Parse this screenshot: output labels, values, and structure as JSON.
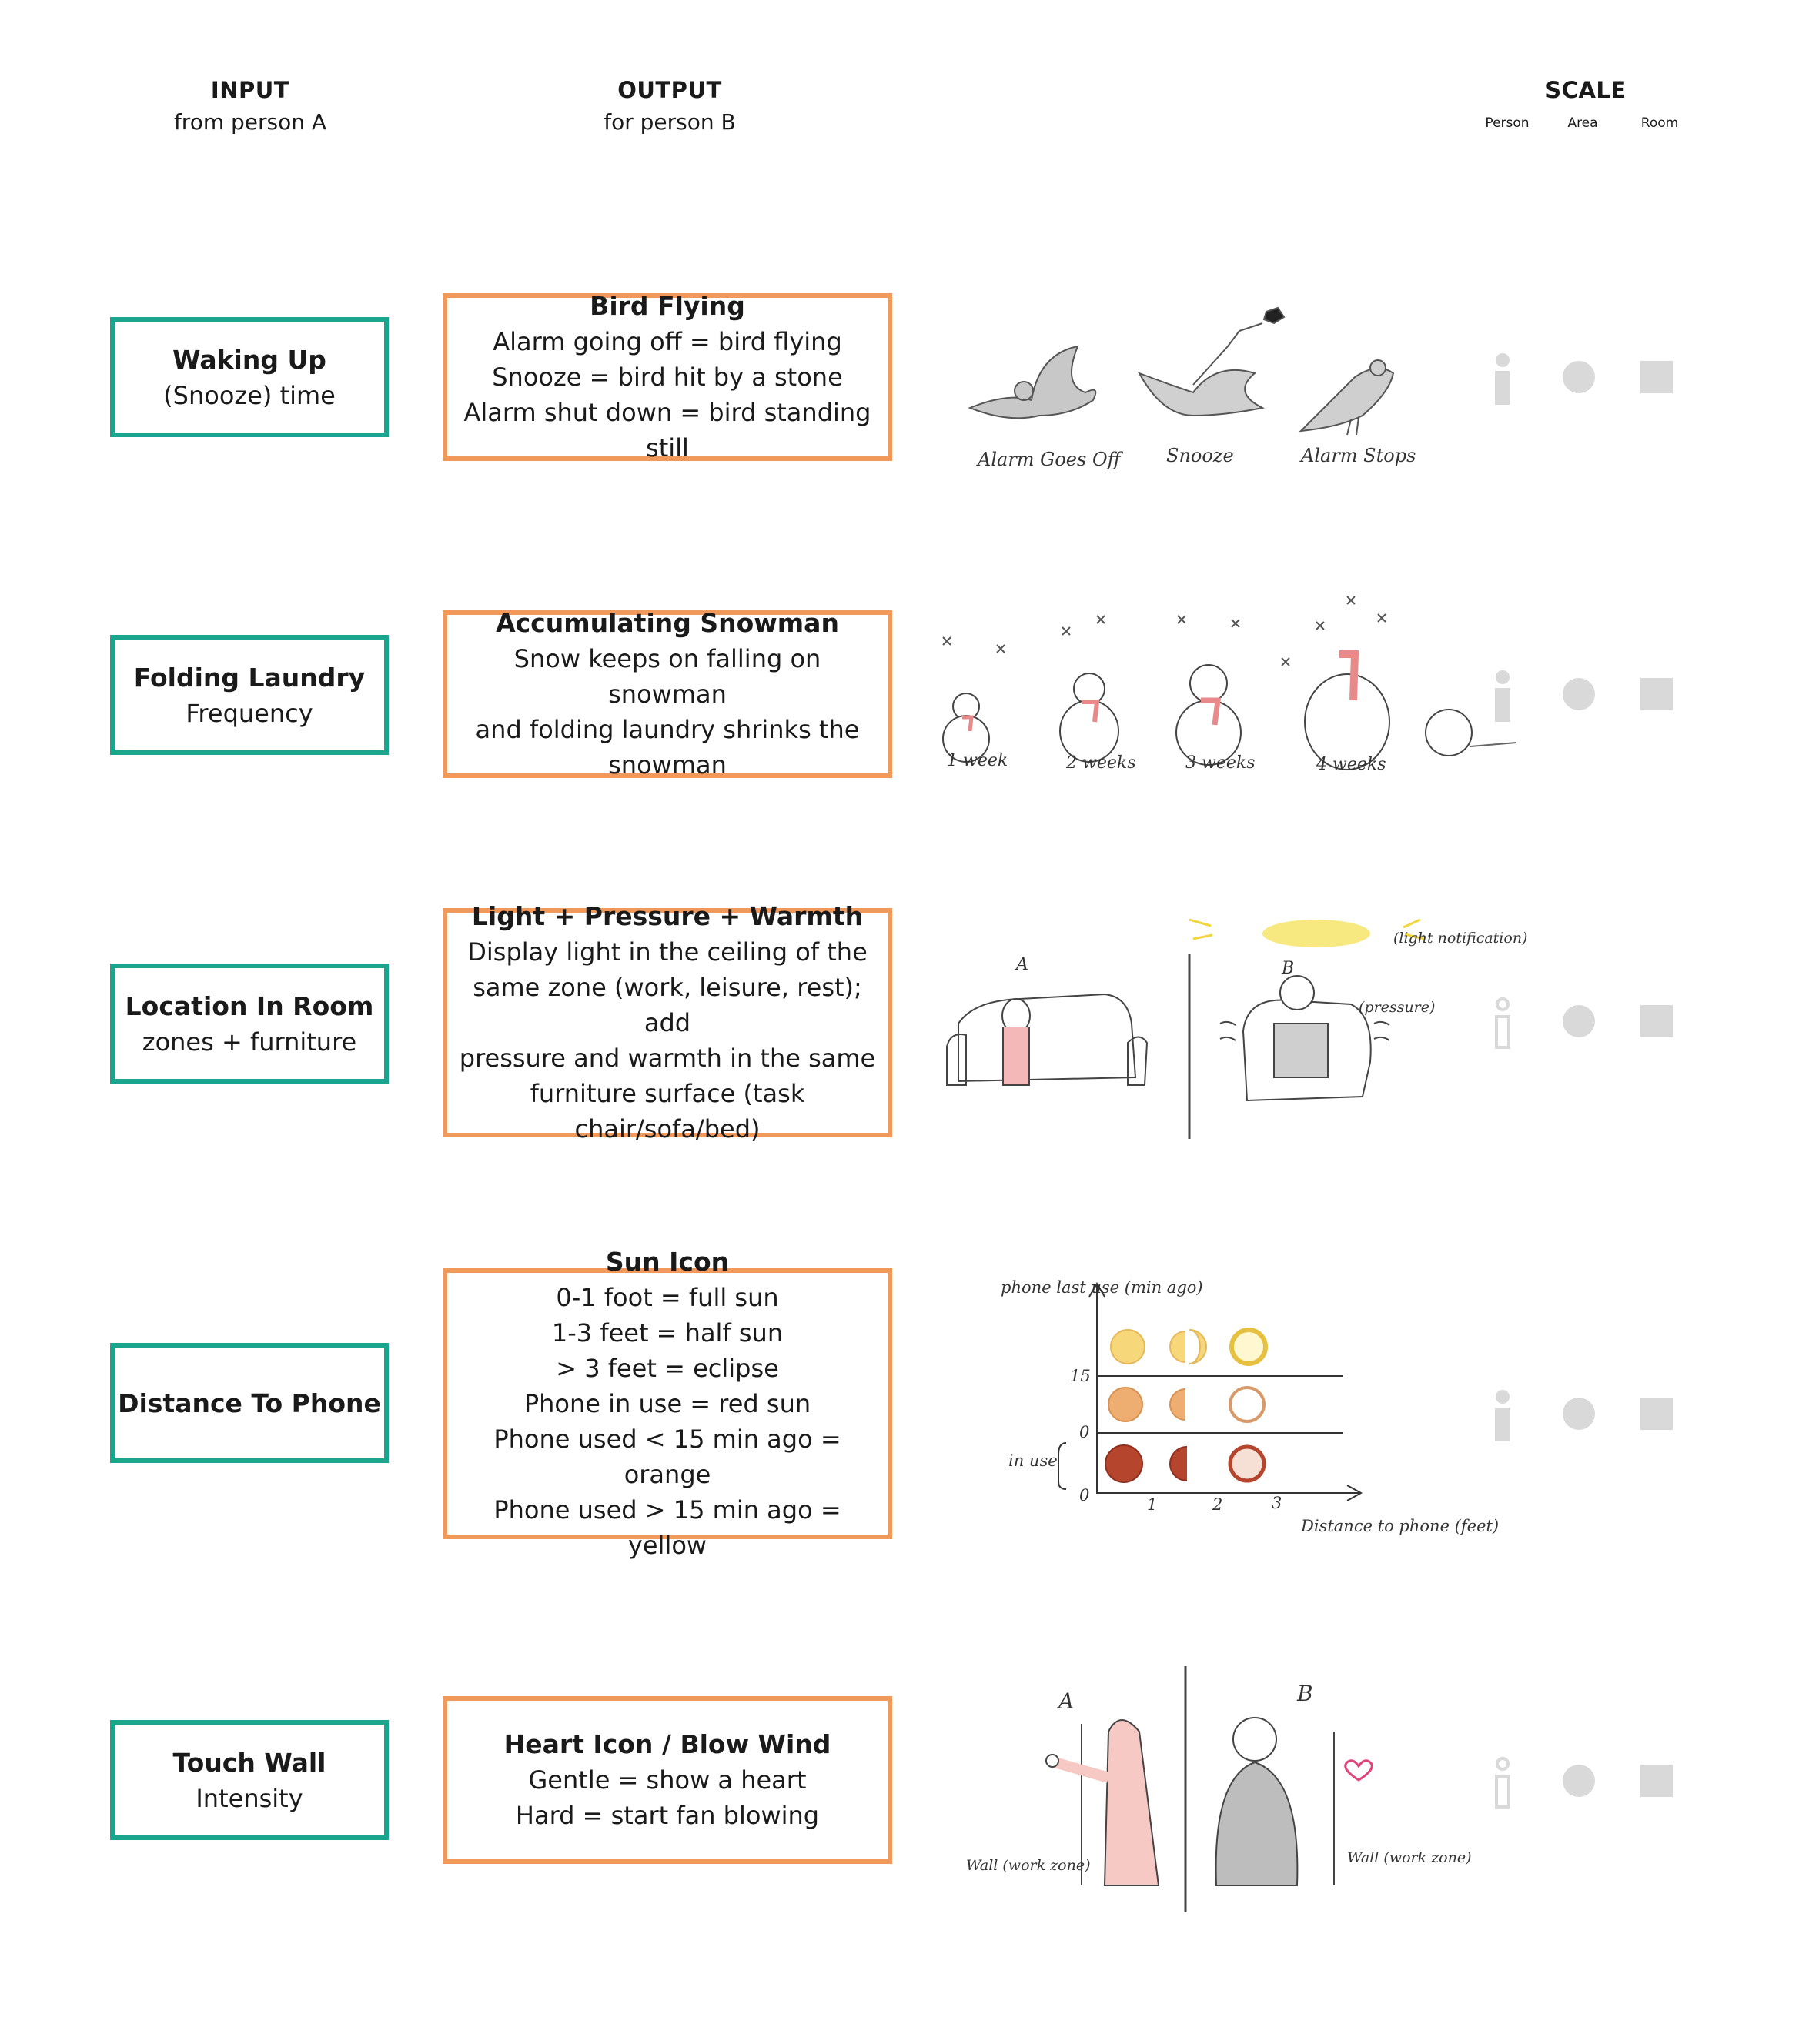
{
  "header": {
    "input_title": "INPUT",
    "input_sub": "from person A",
    "output_title": "OUTPUT",
    "output_sub": "for person B",
    "scale_title": "SCALE",
    "scale_labels": [
      "Person",
      "Area",
      "Room"
    ]
  },
  "rows": [
    {
      "input_title": "Waking Up",
      "input_sub": "(Snooze) time",
      "output_title": "Bird Flying",
      "output_lines": [
        "Alarm going off = bird flying",
        "Snooze = bird hit by a stone",
        "Alarm shut down = bird standing still"
      ],
      "sketch_labels": [
        "Alarm Goes Off",
        "Snooze",
        "Alarm Stops"
      ],
      "scale_active": "person"
    },
    {
      "input_title": "Folding Laundry",
      "input_sub": "Frequency",
      "output_title": "Accumulating Snowman",
      "output_lines": [
        "Snow keeps on falling on snowman",
        "and folding laundry shrinks the",
        "snowman"
      ],
      "sketch_labels": [
        "1 week",
        "2 weeks",
        "3 weeks",
        "4 weeks"
      ],
      "scale_active": "person"
    },
    {
      "input_title": "Location In Room",
      "input_sub": "zones + furniture",
      "output_title": "Light + Pressure + Warmth",
      "output_lines": [
        "Display light in the ceiling of the",
        "same zone (work, leisure, rest); add",
        "pressure and warmth in the same",
        "furniture surface (task",
        "chair/sofa/bed)"
      ],
      "sketch_labels": [
        "A",
        "B",
        "(light notification)",
        "(pressure)"
      ],
      "scale_active": "area"
    },
    {
      "input_title": "Distance To Phone",
      "input_sub": "",
      "output_title": "Sun Icon",
      "output_lines": [
        "0-1 foot = full sun",
        "1-3 feet = half sun",
        "> 3 feet = eclipse",
        "Phone in use = red sun",
        "Phone used < 15 min ago = orange",
        "Phone used > 15 min ago = yellow"
      ],
      "sketch_labels": [
        "phone last use (min ago)",
        "15",
        "0",
        "in use",
        "0",
        "1",
        "2",
        "3",
        "Distance to phone (feet)"
      ],
      "scale_active": "person"
    },
    {
      "input_title": "Touch Wall",
      "input_sub": "Intensity",
      "output_title": "Heart Icon / Blow Wind",
      "output_lines": [
        "Gentle = show a heart",
        "Hard = start fan blowing"
      ],
      "sketch_labels": [
        "A",
        "B",
        "Wall (work zone)",
        "Wall (work zone)"
      ],
      "scale_active": "area"
    }
  ],
  "colors": {
    "input_border": "#1aa58f",
    "output_border": "#f0995b",
    "scale_icon": "#d9d9d9",
    "sun_yellow": "#f6d77a",
    "sun_orange": "#e8a15e",
    "sun_red": "#b5452c"
  }
}
